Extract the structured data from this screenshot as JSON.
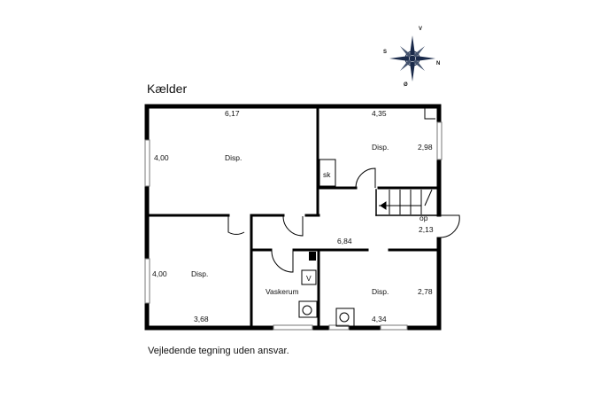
{
  "title": "Kælder",
  "disclaimer": "Vejledende tegning uden ansvar.",
  "compass": {
    "north": "V",
    "east": "N",
    "south": "Ø",
    "west": "S"
  },
  "rooms": [
    {
      "name": "Disp.",
      "width": "6,17",
      "depth": "4,00"
    },
    {
      "name": "Disp.",
      "width": "4,35",
      "depth": "2,98"
    },
    {
      "name": "Disp.",
      "width": "3,68",
      "depth": "4,00"
    },
    {
      "name": "Vaskerum",
      "fixture": "V"
    },
    {
      "name": "Disp.",
      "width": "4,34",
      "depth": "2,78"
    }
  ],
  "hall": {
    "length": "6,84"
  },
  "stairs": {
    "label": "op",
    "width": "2,13"
  },
  "closet": {
    "label": "sk"
  }
}
